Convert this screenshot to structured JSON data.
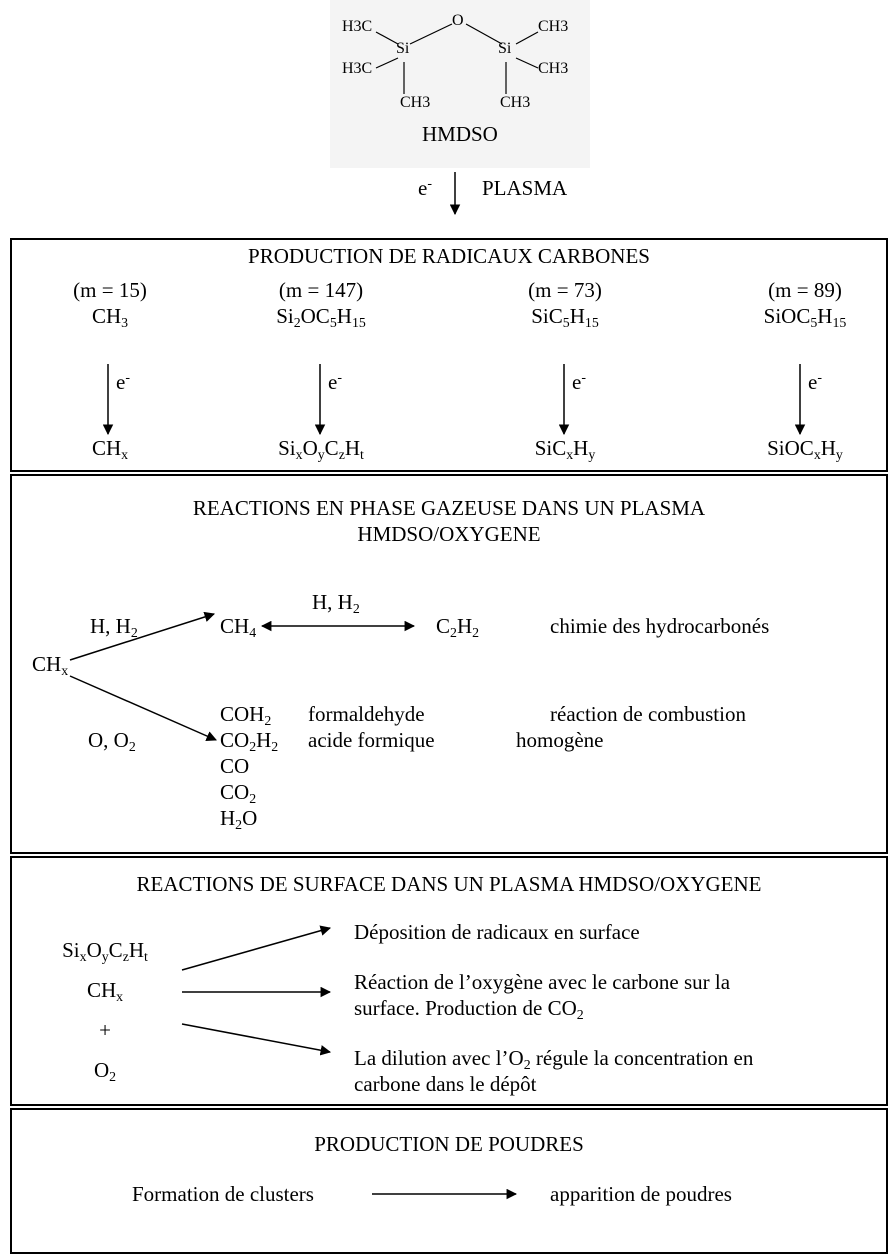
{
  "molecule": {
    "atoms": [
      "H3C",
      "H3C",
      "Si",
      "O",
      "Si",
      "CH3",
      "CH3",
      "CH3",
      "CH3"
    ],
    "name": "HMDSO"
  },
  "plasma_step": {
    "electron": "e-",
    "label": "PLASMA"
  },
  "box1": {
    "title": "PRODUCTION DE RADICAUX CARBONES",
    "columns": [
      {
        "mass": "(m = 15)",
        "radical": "CH3",
        "electron": "e-",
        "product": "CHx"
      },
      {
        "mass": "(m = 147)",
        "radical": "Si2OC5H15",
        "electron": "e-",
        "product": "SixOyCzHt"
      },
      {
        "mass": "(m = 73)",
        "radical": "SiC5H15",
        "electron": "e-",
        "product": "SiCxHy"
      },
      {
        "mass": "(m = 89)",
        "radical": "SiOC5H15",
        "electron": "e-",
        "product": "SiOCxHy"
      }
    ]
  },
  "box2": {
    "title_line1": "REACTIONS EN PHASE GAZEUSE DANS UN PLASMA",
    "title_line2": "HMDSO/OXYGENE",
    "reactant": "CHx",
    "upper_path_label": "H, H2",
    "ch4": "CH4",
    "exchange_label": "H, H2",
    "c2h2": "C2H2",
    "upper_note": "chimie des hydrocarbonés",
    "lower_path_label": "O, O2",
    "products": [
      {
        "formula": "COH2",
        "name": "formaldehyde"
      },
      {
        "formula": "CO2H2",
        "name": "acide formique"
      },
      {
        "formula": "CO",
        "name": ""
      },
      {
        "formula": "CO2",
        "name": ""
      },
      {
        "formula": "H2O",
        "name": ""
      }
    ],
    "lower_note_line1": "réaction de combustion",
    "lower_note_line2": "homogène"
  },
  "box3": {
    "title": "REACTIONS DE SURFACE DANS UN PLASMA HMDSO/OXYGENE",
    "species": [
      "SixOyCzHt",
      "CHx",
      "+",
      "O2"
    ],
    "outcomes": [
      "Déposition de radicaux en surface",
      "Réaction de l’oxygène avec le carbone sur la",
      "surface. Production de CO2",
      "La dilution avec l’O2 régule la concentration en",
      "carbone dans le dépôt"
    ]
  },
  "box4": {
    "title": "PRODUCTION DE POUDRES",
    "left": "Formation de clusters",
    "right": "apparition de poudres"
  }
}
